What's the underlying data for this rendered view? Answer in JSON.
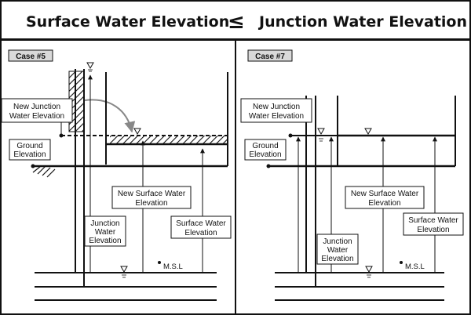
{
  "header": {
    "left": "Surface Water Elevation",
    "operator": "≤",
    "right": "Junction Water Elevation"
  },
  "left_panel": {
    "case_label": "Case #5",
    "labels": {
      "new_junction_line1": "New Junction",
      "new_junction_line2": "Water Elevation",
      "ground_line1": "Ground",
      "ground_line2": "Elevation",
      "new_surface_line1": "New Surface Water",
      "new_surface_line2": "Elevation",
      "junction_line1": "Junction",
      "junction_line2": "Water",
      "junction_line3": "Elevation",
      "surface_line1": "Surface Water",
      "surface_line2": "Elevation",
      "msl": "M.S.L"
    }
  },
  "right_panel": {
    "case_label": "Case #7",
    "labels": {
      "new_junction_line1": "New Junction",
      "new_junction_line2": "Water Elevation",
      "ground_line1": "Ground",
      "ground_line2": "Elevation",
      "new_surface_line1": "New Surface Water",
      "new_surface_line2": "Elevation",
      "junction_line1": "Junction",
      "junction_line2": "Water",
      "junction_line3": "Elevation",
      "surface_line1": "Surface Water",
      "surface_line2": "Elevation",
      "msl": "M.S.L"
    }
  },
  "icons": {
    "water_level": "water-level-triangle-icon",
    "ground_hatch": "ground-hatch-icon",
    "arrow": "arrow-up-icon"
  }
}
